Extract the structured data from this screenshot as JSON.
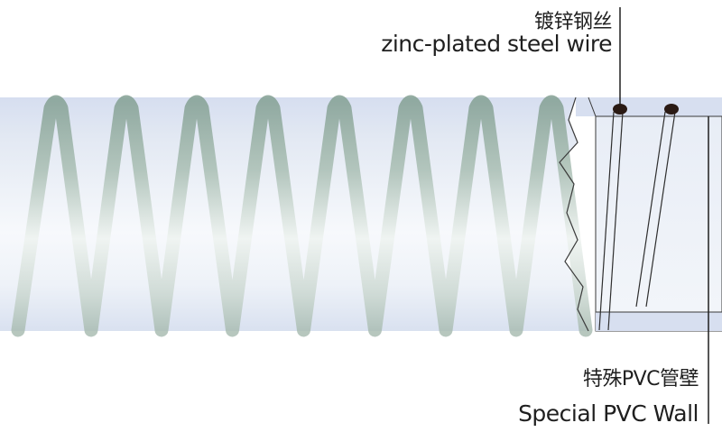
{
  "labels": {
    "wire": {
      "cn": "镀锌钢丝",
      "en": "zinc-plated steel wire"
    },
    "wall": {
      "cn": "特殊PVC管壁",
      "en": "Special PVC Wall"
    }
  },
  "colors": {
    "tube_edge": "#d7dff0",
    "tube_core": "#f4f7fb",
    "coil": "#8ea79b",
    "coil_light": "#e4ece8",
    "wire_dot": "#2a1a14",
    "leader": "#1f1f1f"
  }
}
